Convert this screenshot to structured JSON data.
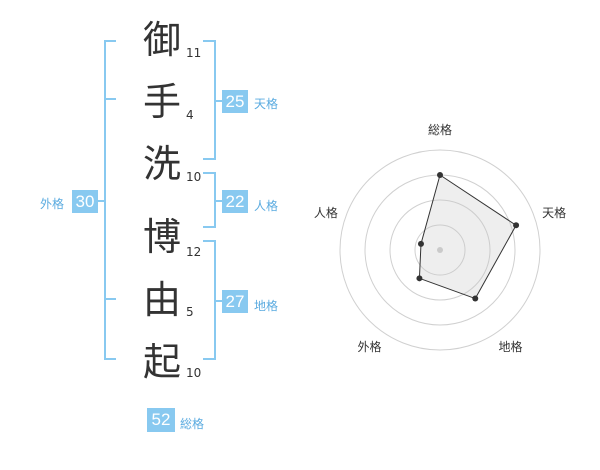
{
  "name": {
    "chars": [
      {
        "char": "御",
        "strokes": "11"
      },
      {
        "char": "手",
        "strokes": "4"
      },
      {
        "char": "洗",
        "strokes": "10"
      },
      {
        "char": "博",
        "strokes": "12"
      },
      {
        "char": "由",
        "strokes": "5"
      },
      {
        "char": "起",
        "strokes": "10"
      }
    ]
  },
  "grades": {
    "tenkaku": {
      "value": "25",
      "label": "天格"
    },
    "jinkaku": {
      "value": "22",
      "label": "人格"
    },
    "chikaku": {
      "value": "27",
      "label": "地格"
    },
    "gaikaku": {
      "value": "30",
      "label": "外格"
    },
    "soukaku": {
      "value": "52",
      "label": "総格"
    }
  },
  "colors": {
    "accent": "#88c9f0",
    "label": "#5aabe0"
  },
  "chart_data": {
    "type": "radar",
    "axes": [
      "総格",
      "天格",
      "地格",
      "外格",
      "人格"
    ],
    "values": [
      0.75,
      0.8,
      0.6,
      0.35,
      0.2
    ],
    "rings": 4
  }
}
